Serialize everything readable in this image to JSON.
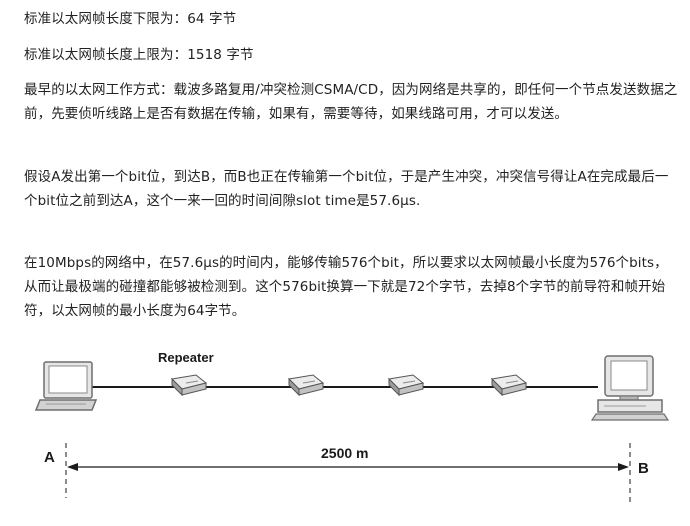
{
  "paragraphs": [
    "标准以太网帧长度下限为：64 字节",
    "标准以太网帧长度上限为：1518 字节",
    "最早的以太网工作方式：载波多路复用/冲突检测CSMA/CD，因为网络是共享的，即任何一个节点发送数据之前，先要侦听线路上是否有数据在传输，如果有，需要等待，如果线路可用，才可以发送。",
    "假设A发出第一个bit位，到达B，而B也正在传输第一个bit位，于是产生冲突，冲突信号得让A在完成最后一个bit位之前到达A，这个一来一回的时间间隙slot time是57.6μs.",
    "在10Mbps的网络中，在57.6μs的时间内，能够传输576个bit，所以要求以太网帧最小长度为576个bits，从而让最极端的碰撞都能够被检测到。这个576bit换算一下就是72个字节，去掉8个字节的前导符和帧开始符，以太网帧的最小长度为64字节。"
  ],
  "diagram": {
    "repeater_label": "Repeater",
    "distance_label": "2500 m",
    "node_a": "A",
    "node_b": "B",
    "colors": {
      "line": "#1a1a1a",
      "device_light": "#e6e6e6",
      "device_mid": "#b5b5b5",
      "device_dark": "#6e6e6e",
      "screen": "#ffffff"
    }
  }
}
